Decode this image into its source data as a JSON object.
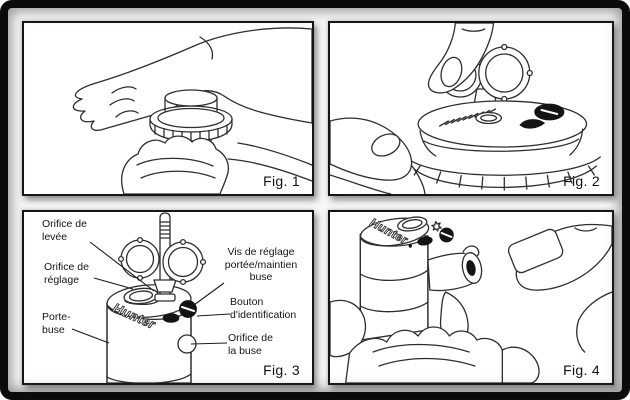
{
  "document": {
    "frame_color": "#0b0b0b",
    "background_color": "#ffffff",
    "line_art_color": "#2e2e2e"
  },
  "figures": {
    "fig1": {
      "caption": "Fig. 1"
    },
    "fig2": {
      "caption": "Fig. 2"
    },
    "fig3": {
      "caption": "Fig. 3",
      "logo": "Hunter",
      "labels": {
        "lift_orifice": "Orifice de\nlevée",
        "adjustment_orifice": "Orifice de\nréglage",
        "nozzle_holder": "Porte-\nbuse",
        "adjustment_screw": "Vis de réglage\nportée/maintien\nbuse",
        "id_button": "Bouton\nd'identification",
        "nozzle_orifice": "Orifice de\nla buse"
      }
    },
    "fig4": {
      "caption": "Fig. 4",
      "logo": "Hunter"
    }
  }
}
